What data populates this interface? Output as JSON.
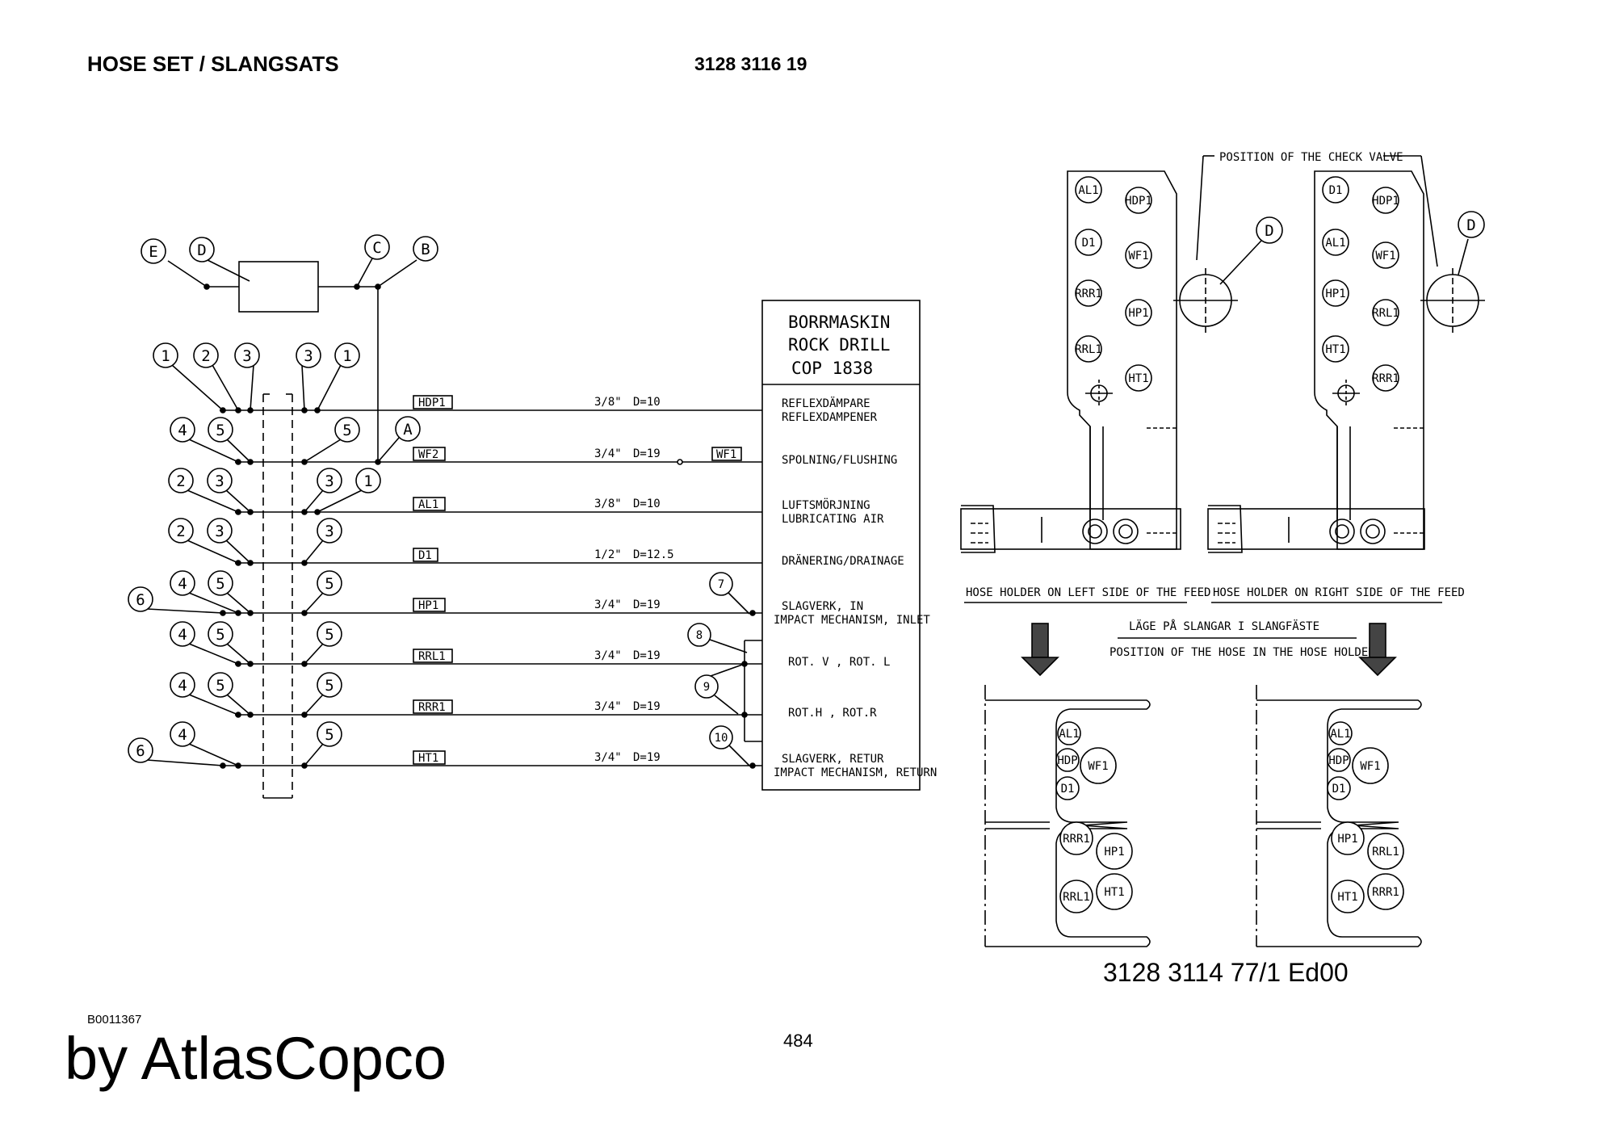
{
  "header": {
    "title": "HOSE SET / SLANGSATS",
    "part_number": "3128 3116 19"
  },
  "footer": {
    "drawing_number": "3128 3114 77/1  Ed00",
    "ref_code": "B0011367",
    "page": "484",
    "brand": "by AtlasCopco"
  },
  "schematic": {
    "top_letters": [
      "E",
      "D",
      "C",
      "B"
    ],
    "junction_letter": "A",
    "drill_box": [
      "BORRMASKIN",
      "ROCK DRILL",
      "COP 1838"
    ],
    "rows": [
      {
        "hose": "HDP1",
        "size": "3/8\"",
        "diam": "D=10",
        "func": [
          "REFLEXDÄMPARE",
          "REFLEXDAMPENER"
        ],
        "left": [
          "1",
          "2",
          "3"
        ],
        "right": [
          "3",
          "1"
        ]
      },
      {
        "hose": "WF2",
        "size": "3/4\"",
        "diam": "D=19",
        "func": [
          "SPOLNING/FLUSHING"
        ],
        "left": [
          "4",
          "5"
        ],
        "right": [
          "5"
        ],
        "inline": "WF1"
      },
      {
        "hose": "AL1",
        "size": "3/8\"",
        "diam": "D=10",
        "func": [
          "LUFTSMÖRJNING",
          "LUBRICATING AIR"
        ],
        "left": [
          "2",
          "3"
        ],
        "right": [
          "3",
          "1"
        ]
      },
      {
        "hose": "D1",
        "size": "1/2\"",
        "diam": "D=12.5",
        "func": [
          "DRÄNERING/DRAINAGE"
        ],
        "left": [
          "2",
          "3"
        ],
        "right": [
          "3"
        ]
      },
      {
        "hose": "HP1",
        "size": "3/4\"",
        "diam": "D=19",
        "func": [
          "SLAGVERK, IN",
          "IMPACT MECHANISM, INLET"
        ],
        "left": [
          "6",
          "4",
          "5"
        ],
        "right": [
          "5"
        ]
      },
      {
        "hose": "RRL1",
        "size": "3/4\"",
        "diam": "D=19",
        "func": [
          "ROT. V , ROT. L"
        ],
        "left": [
          "4",
          "5"
        ],
        "right": [
          "5"
        ]
      },
      {
        "hose": "RRR1",
        "size": "3/4\"",
        "diam": "D=19",
        "func": [
          "ROT.H , ROT.R"
        ],
        "left": [
          "4",
          "5"
        ],
        "right": [
          "5"
        ]
      },
      {
        "hose": "HT1",
        "size": "3/4\"",
        "diam": "D=19",
        "func": [
          "SLAGVERK, RETUR",
          "IMPACT MECHANISM, RETURN"
        ],
        "left": [
          "6",
          "4"
        ],
        "right": [
          "5"
        ]
      }
    ],
    "drill_port_numbers": [
      "7",
      "8",
      "9",
      "10"
    ]
  },
  "holder": {
    "check_valve_label": "POSITION OF THE CHECK VALVE",
    "detail_letter": "D",
    "left_plate_ports": [
      "AL1",
      "HDP1",
      "D1",
      "WF1",
      "RRR1",
      "HP1",
      "RRL1",
      "HT1"
    ],
    "right_plate_ports": [
      "D1",
      "HDP1",
      "AL1",
      "WF1",
      "HP1",
      "RRL1",
      "HT1",
      "RRR1"
    ],
    "left_caption": "HOSE HOLDER ON LEFT SIDE OF THE FEED",
    "right_caption": "HOSE HOLDER ON RIGHT SIDE OF THE FEED",
    "position_sv": "LÄGE PÅ SLANGAR I SLANGFÄSTE",
    "position_en": "POSITION OF THE HOSE IN THE HOSE HOLDER.",
    "left_upper_group": [
      "AL1",
      "HDP",
      "WF1",
      "D1"
    ],
    "left_lower_group": [
      "RRR1",
      "HP1",
      "RRL1",
      "HT1"
    ],
    "right_upper_group": [
      "AL1",
      "HDP",
      "WF1",
      "D1"
    ],
    "right_lower_group": [
      "HP1",
      "RRL1",
      "HT1",
      "RRR1"
    ]
  }
}
